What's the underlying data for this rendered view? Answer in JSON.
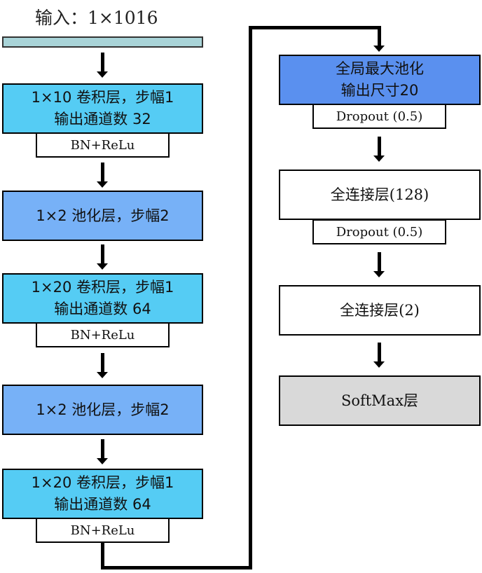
{
  "input": {
    "label": "输入：1×1016"
  },
  "left_column": [
    {
      "line1": "1×10 卷积层，步幅1",
      "line2": "输出通道数 32",
      "sub": "BN+ReLu"
    },
    {
      "line1": "1×2 池化层，步幅2"
    },
    {
      "line1": "1×20 卷积层，步幅1",
      "line2": "输出通道数 64",
      "sub": "BN+ReLu"
    },
    {
      "line1": "1×2 池化层，步幅2"
    },
    {
      "line1": "1×20 卷积层，步幅1",
      "line2": "输出通道数 64",
      "sub": "BN+ReLu"
    }
  ],
  "right_column": [
    {
      "line1": "全局最大池化",
      "line2": "输出尺寸20",
      "sub": "Dropout (0.5)"
    },
    {
      "line1": "全连接层(128)",
      "sub": "Dropout (0.5)"
    },
    {
      "line1": "全连接层(2)"
    },
    {
      "line1": "SoftMax层"
    }
  ],
  "colors": {
    "conv": "#55ccf4",
    "pool": "#77b1f7",
    "global_pool": "#5a90ef",
    "fc": "#ffffff",
    "softmax": "#d9d9d9",
    "input_bar": "#a9d4d8"
  }
}
